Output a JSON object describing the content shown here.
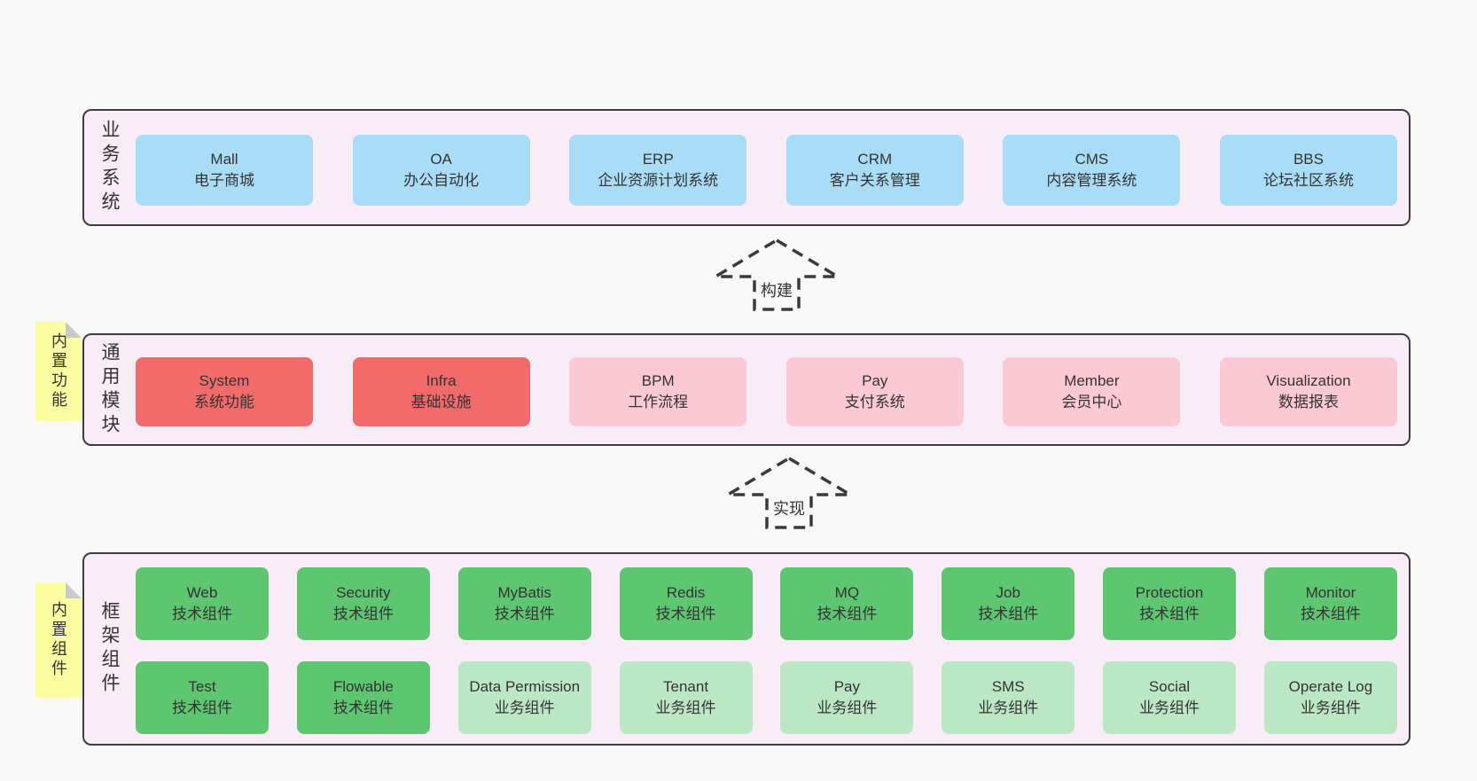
{
  "colors": {
    "page_bg": "#f8f8f8",
    "container_bg": "#f8edf6",
    "container_border": "#3d3d3d",
    "box_blue": "#a9dcf6",
    "box_red": "#f16b6b",
    "box_pink": "#fbc9d3",
    "box_green": "#5ec571",
    "box_light_green": "#bce7c5",
    "sticky_yellow": "#fdfda2",
    "sticky_fold_gray": "#c9c9c9",
    "text": "#333333"
  },
  "arrows": [
    {
      "label": "构建"
    },
    {
      "label": "实现"
    }
  ],
  "layers": {
    "business": {
      "label": "业务系统",
      "boxes": [
        {
          "name": "Mall",
          "desc": "电子商城"
        },
        {
          "name": "OA",
          "desc": "办公自动化"
        },
        {
          "name": "ERP",
          "desc": "企业资源计划系统"
        },
        {
          "name": "CRM",
          "desc": "客户关系管理"
        },
        {
          "name": "CMS",
          "desc": "内容管理系统"
        },
        {
          "name": "BBS",
          "desc": "论坛社区系统"
        }
      ]
    },
    "modules": {
      "label": "通用模块",
      "sticky": "内置功能",
      "boxes": [
        {
          "name": "System",
          "desc": "系统功能"
        },
        {
          "name": "Infra",
          "desc": "基础设施"
        },
        {
          "name": "BPM",
          "desc": "工作流程"
        },
        {
          "name": "Pay",
          "desc": "支付系统"
        },
        {
          "name": "Member",
          "desc": "会员中心"
        },
        {
          "name": "Visualization",
          "desc": "数据报表"
        }
      ]
    },
    "components": {
      "label": "框架组件",
      "sticky": "内置组件",
      "row1": [
        {
          "name": "Web",
          "desc": "技术组件"
        },
        {
          "name": "Security",
          "desc": "技术组件"
        },
        {
          "name": "MyBatis",
          "desc": "技术组件"
        },
        {
          "name": "Redis",
          "desc": "技术组件"
        },
        {
          "name": "MQ",
          "desc": "技术组件"
        },
        {
          "name": "Job",
          "desc": "技术组件"
        },
        {
          "name": "Protection",
          "desc": "技术组件"
        },
        {
          "name": "Monitor",
          "desc": "技术组件"
        }
      ],
      "row2": [
        {
          "name": "Test",
          "desc": "技术组件"
        },
        {
          "name": "Flowable",
          "desc": "技术组件"
        },
        {
          "name": "Data Permission",
          "desc": "业务组件"
        },
        {
          "name": "Tenant",
          "desc": "业务组件"
        },
        {
          "name": "Pay",
          "desc": "业务组件"
        },
        {
          "name": "SMS",
          "desc": "业务组件"
        },
        {
          "name": "Social",
          "desc": "业务组件"
        },
        {
          "name": "Operate Log",
          "desc": "业务组件"
        }
      ]
    }
  }
}
